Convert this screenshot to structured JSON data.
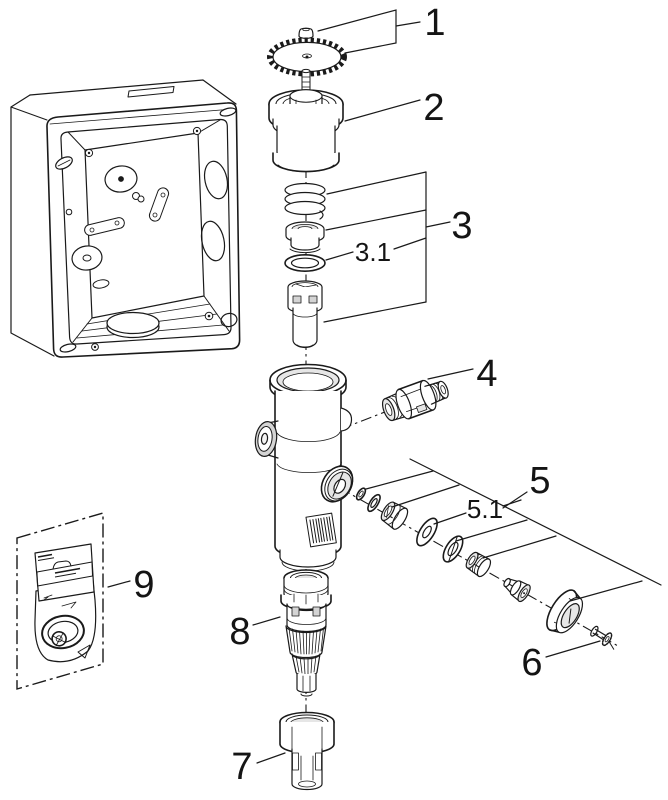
{
  "figure": {
    "type": "exploded-parts-diagram",
    "background": "#ffffff",
    "line_color": "#1a1a1a",
    "shade_color": "#e6e6e6"
  },
  "callouts": {
    "c1": "1",
    "c2": "2",
    "c3": "3",
    "c3_1": "3.1",
    "c4": "4",
    "c5": "5",
    "c5_1": "5.1",
    "c6": "6",
    "c7": "7",
    "c8": "8",
    "c9": "9"
  }
}
